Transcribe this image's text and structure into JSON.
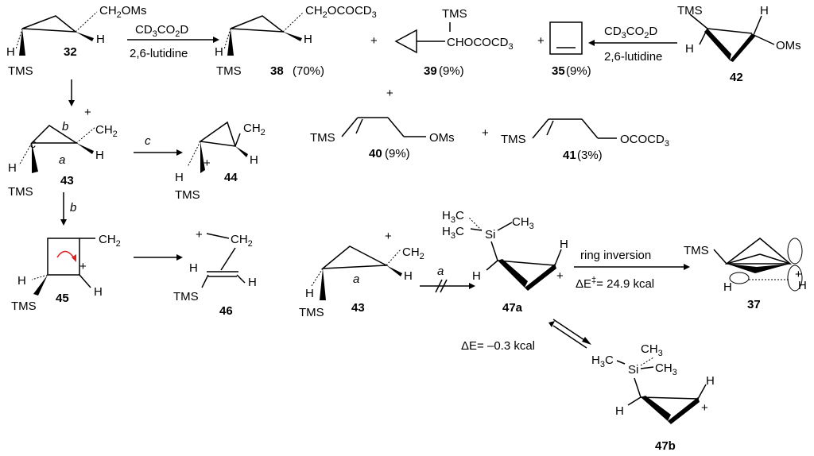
{
  "labels": {
    "c32": "32",
    "c38": "38",
    "c39": "39",
    "c35": "35",
    "c42": "42",
    "c43": "43",
    "c44": "44",
    "c40": "40",
    "c41": "41",
    "c45": "45",
    "c46": "46",
    "c43b": "43",
    "c47a": "47a",
    "c47b": "47b",
    "c37": "37"
  },
  "yields": {
    "y38": "(70%)",
    "y39": "(9%)",
    "y35": "(9%)",
    "y40": "(9%)",
    "y41": "(3%)"
  },
  "groups": {
    "tms": "TMS",
    "h": "H",
    "ms": "OMs",
    "ch2": "CH",
    "ch2ocoms_head": "CH",
    "ocoms_tail": "OMs",
    "ocd3_head": "CH",
    "ocd3_tail": "OCOCD",
    "chococd3_head": "CHOCOCD",
    "ococd3": "OCOCD",
    "si": "Si",
    "h3c": "H",
    "ch3": "CH",
    "plus": "+"
  },
  "conditions": {
    "reagent_acid": "CD3CO2D",
    "reagent_base": "2,6-lutidine",
    "path_a": "a",
    "path_b": "b",
    "path_c": "c",
    "ring_inversion": "ring inversion",
    "barrier": "= 24.9 kcal",
    "delta_e": "= –0.3 kcal"
  }
}
